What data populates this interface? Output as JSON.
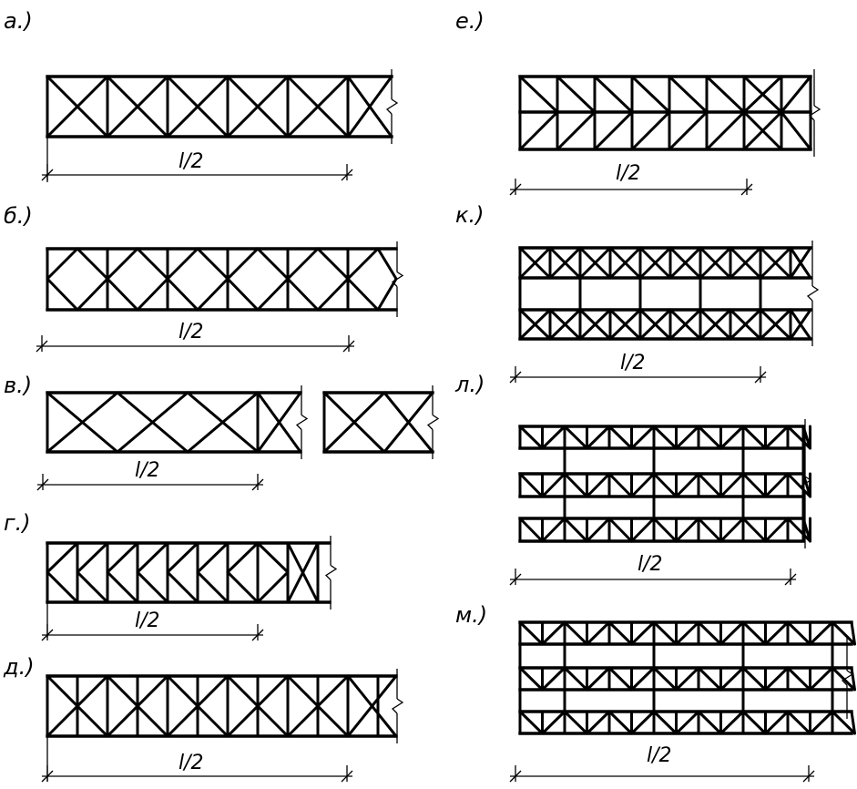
{
  "colors": {
    "ink": "#000000",
    "paper": "#ffffff"
  },
  "diagrams": [
    {
      "id": "a",
      "label": "а.)",
      "dim_label": "l/2",
      "pattern": "panel-x-with-verticals"
    },
    {
      "id": "b",
      "label": "б.)",
      "dim_label": "l/2",
      "pattern": "diamond-with-verticals"
    },
    {
      "id": "v",
      "label": "в.)",
      "dim_label": "l/2",
      "pattern": "diamond-zigzag"
    },
    {
      "id": "g",
      "label": "г.)",
      "dim_label": "l/2",
      "pattern": "k-bracing"
    },
    {
      "id": "d",
      "label": "д.)",
      "dim_label": "l/2",
      "pattern": "x-with-verticals"
    },
    {
      "id": "e",
      "label": "е.)",
      "dim_label": "l/2",
      "pattern": "two-tier-k"
    },
    {
      "id": "k",
      "label": "к.)",
      "dim_label": "l/2",
      "pattern": "three-tier-x"
    },
    {
      "id": "l",
      "label": "л.)",
      "dim_label": "l/2",
      "pattern": "three-tier-v"
    },
    {
      "id": "m",
      "label": "м.)",
      "dim_label": "l/2",
      "pattern": "four-tier-v"
    }
  ]
}
